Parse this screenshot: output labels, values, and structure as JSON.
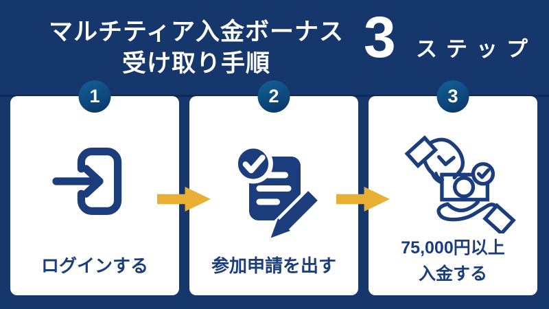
{
  "header": {
    "title_line1": "マルチティア入金ボーナス",
    "title_line2": "受け取り手順",
    "step_count": "3",
    "step_label": "ステップ"
  },
  "steps": [
    {
      "number": "1",
      "label": "ログインする",
      "icon": "login-icon"
    },
    {
      "number": "2",
      "label": "参加申請を出す",
      "icon": "application-form-icon"
    },
    {
      "number": "3",
      "label": "75,000円以上",
      "label_line2": "入金する",
      "icon": "deposit-hand-money-icon"
    }
  ],
  "colors": {
    "bg": "#15376c",
    "line": "#0c2a59",
    "ink": "#1b3d7c",
    "gold": "#e9ae34",
    "card": "#ffffff",
    "circle_top": "#115a91",
    "circle_bottom": "#0a3a6c"
  }
}
